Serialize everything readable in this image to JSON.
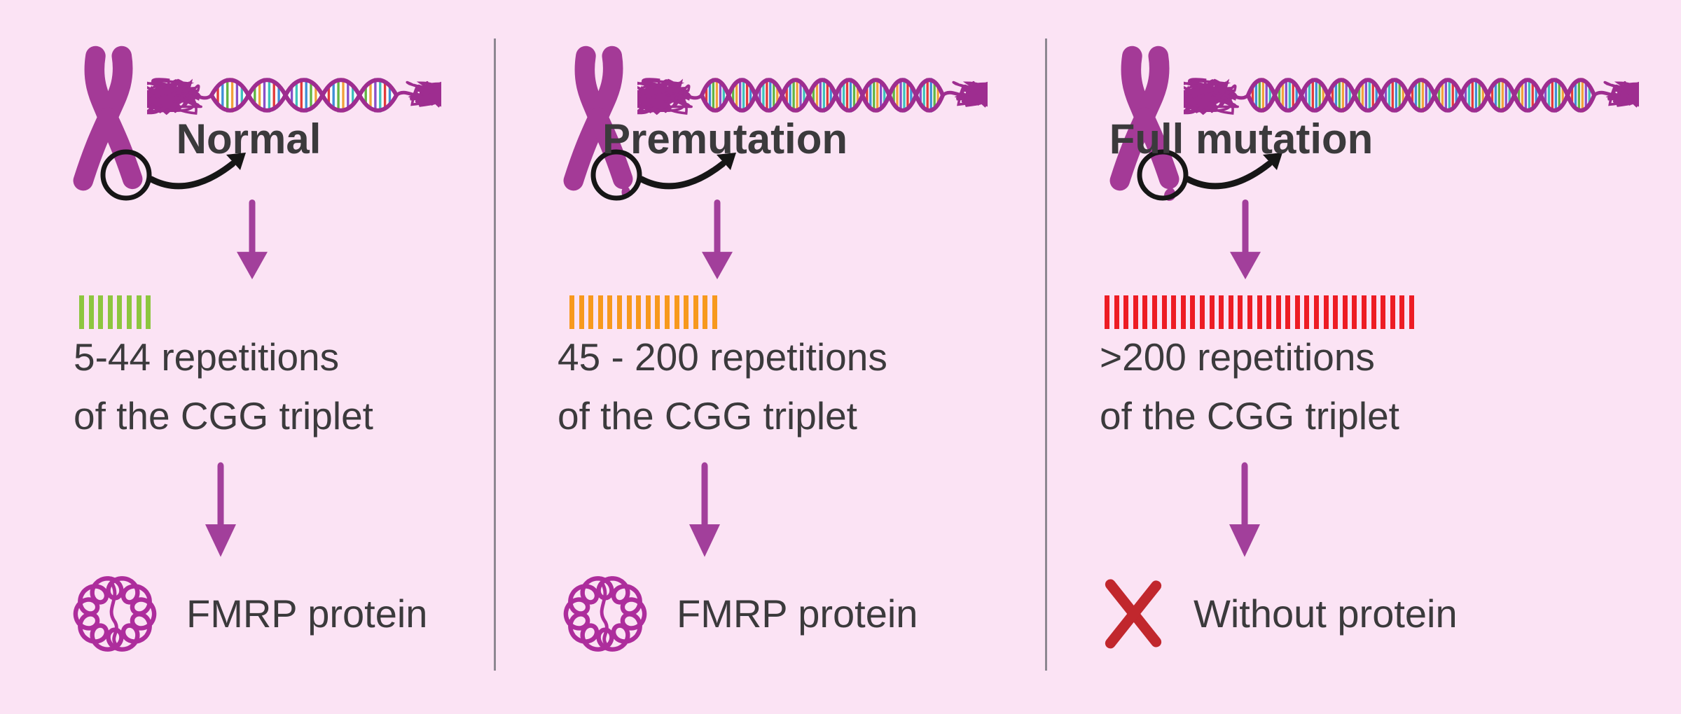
{
  "colors": {
    "background": "#fbe3f4",
    "text": "#3b3a3c",
    "divider": "#8d8791",
    "arrow": "#a23f9b",
    "chromosome": "#a43a97",
    "dna": "#9e2d90",
    "protein": "#ad2d9c",
    "cross": "#c1272d",
    "callout": "#161616",
    "base_pairs": [
      "#e23b3b",
      "#3f8fd6",
      "#62b544",
      "#f2a13c",
      "#8a4fc8",
      "#3fc1bd"
    ]
  },
  "columns": [
    {
      "id": "normal",
      "label": "Normal",
      "dna_helix_segments": 5,
      "repeats": {
        "count": 8,
        "color": "#8dc63f"
      },
      "repeat_line1": "5-44 repetitions",
      "repeat_line2": "of the CGG triplet",
      "outcome": {
        "icon": "protein-icon",
        "label": "FMRP protein"
      }
    },
    {
      "id": "premutation",
      "label": "Premutation",
      "dna_helix_segments": 9,
      "repeats": {
        "count": 16,
        "color": "#f7991d"
      },
      "repeat_line1": "45 - 200 repetitions",
      "repeat_line2": "of the CGG triplet",
      "outcome": {
        "icon": "protein-icon",
        "label": "FMRP protein"
      }
    },
    {
      "id": "full-mutation",
      "label": "Full mutation",
      "dna_helix_segments": 13,
      "repeats": {
        "count": 33,
        "color": "#ed1c24"
      },
      "repeat_line1": ">200 repetitions",
      "repeat_line2": "of the CGG triplet",
      "outcome": {
        "icon": "cross-icon",
        "label": "Without protein"
      }
    }
  ]
}
